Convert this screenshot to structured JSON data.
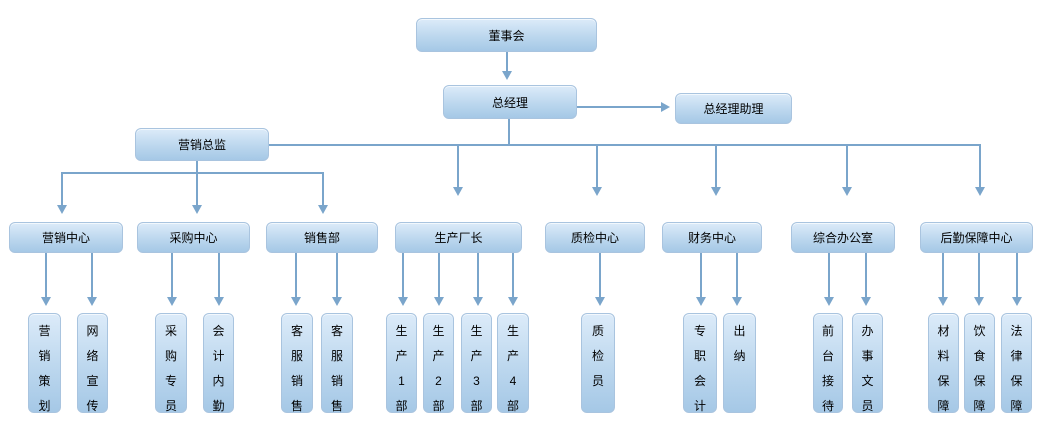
{
  "colors": {
    "box_fill_top": "#dcebf9",
    "box_fill_bottom": "#a5c8e6",
    "box_border": "#a9c4df",
    "connector": "#7aa5cb",
    "text": "#000000",
    "background": "#ffffff"
  },
  "nodes": {
    "board": "董事会",
    "general_manager": "总经理",
    "gm_assistant": "总经理助理",
    "marketing_director": "营销总监",
    "marketing_center": "营销中心",
    "purchasing_center": "采购中心",
    "sales_dept": "销售部",
    "production_chief": "生产厂长",
    "qc_center": "质检中心",
    "finance_center": "财务中心",
    "general_office": "综合办公室",
    "logistics_support_center": "后勤保障中心",
    "marketing_planning": "营销策划",
    "online_promotion": "网络宣传",
    "purchasing_specialist": "采购专员",
    "accounting_clerk": "会计内勤",
    "service_sales_1": "客服销售",
    "service_sales_2": "客服销售",
    "production_dept_1": "生产1部",
    "production_dept_2": "生产2部",
    "production_dept_3": "生产3部",
    "production_dept_4": "生产4部",
    "qc_inspector": "质检员",
    "dedicated_accountant": "专职会计",
    "cashier": "出纳",
    "front_desk_reception": "前台接待",
    "office_clerk": "办事文员",
    "material_support": "材料保障",
    "food_support": "饮食保障",
    "legal_support": "法律保障"
  },
  "hierarchy": {
    "董事会": [
      "总经理"
    ],
    "总经理": [
      "总经理助理",
      "营销总监",
      "生产厂长",
      "质检中心",
      "财务中心",
      "综合办公室",
      "后勤保障中心"
    ],
    "营销总监": [
      "营销中心",
      "采购中心",
      "销售部"
    ],
    "营销中心": [
      "营销策划",
      "网络宣传"
    ],
    "采购中心": [
      "采购专员",
      "会计内勤"
    ],
    "销售部": [
      "客服销售",
      "客服销售"
    ],
    "生产厂长": [
      "生产1部",
      "生产2部",
      "生产3部",
      "生产4部"
    ],
    "质检中心": [
      "质检员"
    ],
    "财务中心": [
      "专职会计",
      "出纳"
    ],
    "综合办公室": [
      "前台接待",
      "办事文员"
    ],
    "后勤保障中心": [
      "材料保障",
      "饮食保障",
      "法律保障"
    ]
  }
}
